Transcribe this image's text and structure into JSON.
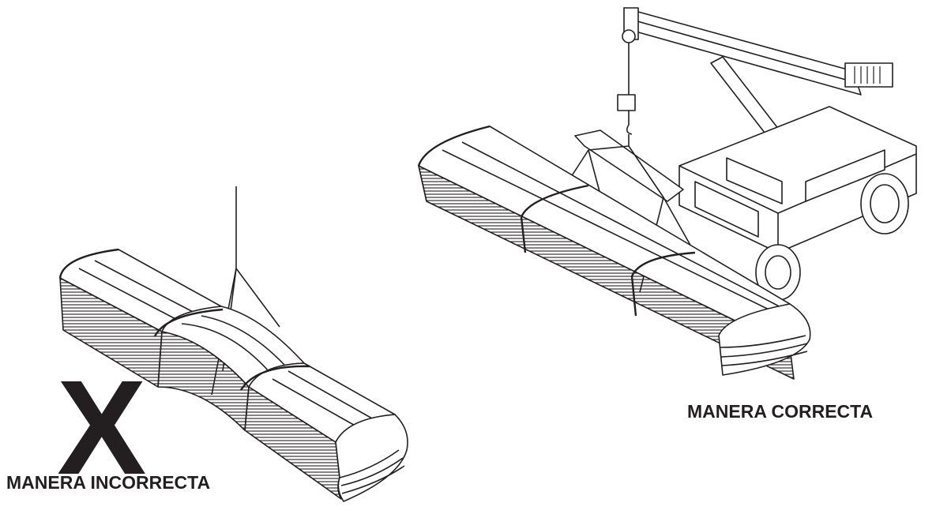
{
  "labels": {
    "incorrect": "MANERA INCORRECTA",
    "correct": "MANERA CORRECTA",
    "x_mark": "X"
  },
  "colors": {
    "ink": "#231f20",
    "paper": "#ffffff"
  },
  "icons": [
    "crane-truck-icon",
    "sagging-bundle-icon",
    "straight-bundle-icon",
    "crane-hook-icon"
  ]
}
